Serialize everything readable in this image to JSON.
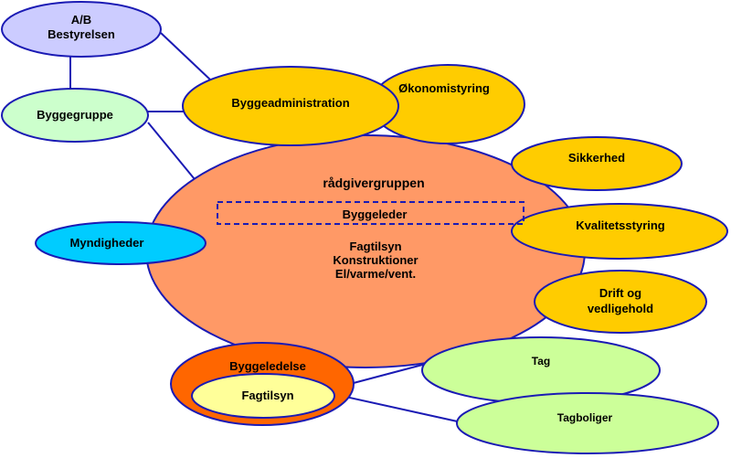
{
  "nodes": {
    "ab_bestyrelsen": {
      "line1": "A/B",
      "line2": "Bestyrelsen"
    },
    "byggegruppe": {
      "label": "Byggegruppe"
    },
    "byggeadministration": {
      "label": "Byggeadministration"
    },
    "okonomistyring": {
      "label": "Økonomistyring"
    },
    "radgivergruppen": {
      "label": "rådgivergruppen"
    },
    "byggeleder": {
      "label": "Byggeleder"
    },
    "fag": {
      "line1": "Fagtilsyn",
      "line2": "Konstruktioner",
      "line3": "El/varme/vent."
    },
    "sikkerhed": {
      "label": "Sikkerhed"
    },
    "kvalitetsstyring": {
      "label": "Kvalitetsstyring"
    },
    "drift": {
      "line1": "Drift og",
      "line2": "vedligehold"
    },
    "myndigheder": {
      "label": "Myndigheder"
    },
    "byggeledelse": {
      "label": "Byggeledelse"
    },
    "fagtilsyn": {
      "label": "Fagtilsyn"
    },
    "tag": {
      "label": "Tag"
    },
    "tagboliger": {
      "label": "Tagboliger"
    }
  },
  "colors": {
    "lavender": "#ccccff",
    "mint": "#ccffcc",
    "gold": "#ffcc00",
    "salmon": "#ff9966",
    "cyan": "#00ccff",
    "orange": "#ff6600",
    "cream": "#ffff99",
    "light_green": "#ccff99",
    "outline": "#1a1ab4"
  }
}
